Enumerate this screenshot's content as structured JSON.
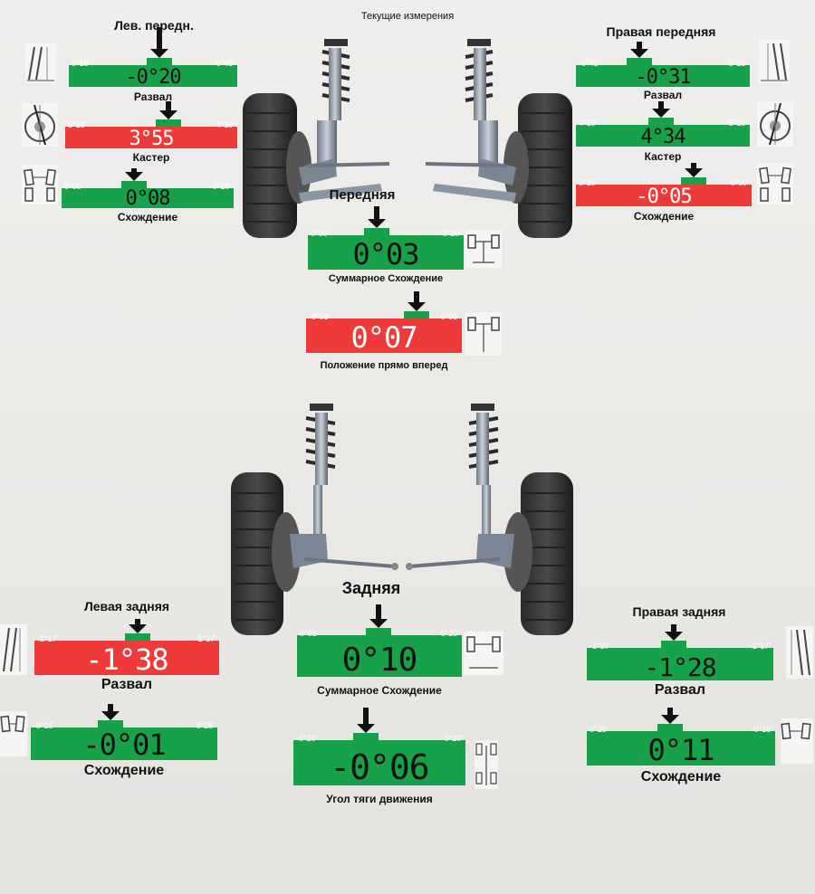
{
  "header": {
    "title": "Текущие измерения"
  },
  "colors": {
    "green": "#17a24a",
    "red": "#ef3a3a",
    "notch_green": "#17a24a"
  },
  "front": {
    "section_label": "Передняя",
    "left": {
      "title": "Лев. передн.",
      "camber": {
        "label": "Развал",
        "value": "-0°20",
        "min": "0°15'",
        "max": "-0°45'",
        "status": "green"
      },
      "caster": {
        "label": "Кастер",
        "value": "3°55",
        "min": "5°10'",
        "max": "4°10'",
        "status": "red"
      },
      "toe": {
        "label": "Схождение",
        "value": "0°08",
        "min": "0°00'",
        "max": "0°10'",
        "status": "green"
      }
    },
    "right": {
      "title": "Правая передняя",
      "camber": {
        "label": "Развал",
        "value": "-0°31",
        "min": "-0°45'",
        "max": "0°15'",
        "status": "green"
      },
      "caster": {
        "label": "Кастер",
        "value": "4°34",
        "min": "4°10'",
        "max": "5°10'",
        "status": "green"
      },
      "toe": {
        "label": "Схождение",
        "value": "-0°05",
        "min": "0°10'",
        "max": "0°00'",
        "status": "red"
      }
    },
    "total_toe": {
      "label": "Суммарное Схождение",
      "value": "0°03",
      "min": "0°00'",
      "max": "0°20'",
      "status": "green"
    },
    "straight_ahead": {
      "label": "Положение прямо вперед",
      "value": "0°07",
      "min": "-0°03'",
      "max": "0°03'",
      "status": "red"
    }
  },
  "rear": {
    "section_label": "Задняя",
    "left": {
      "title": "Левая задняя",
      "camber": {
        "label": "Развал",
        "value": "-1°38",
        "min": "-1°17'",
        "max": "-1°37'",
        "status": "red"
      },
      "toe": {
        "label": "Схождение",
        "value": "-0°01",
        "min": "-0°15'",
        "max": "0°25'",
        "status": "green"
      }
    },
    "right": {
      "title": "Правая задняя",
      "camber": {
        "label": "Развал",
        "value": "-1°28",
        "min": "-1°37'",
        "max": "-1°17'",
        "status": "green"
      },
      "toe": {
        "label": "Схождение",
        "value": "0°11",
        "min": "0°25'",
        "max": "-0°15'",
        "status": "green"
      }
    },
    "total_toe": {
      "label": "Суммарное Схождение",
      "value": "0°10",
      "min": "0°03'",
      "max": "0°20'",
      "status": "green"
    },
    "thrust_angle": {
      "label": "Угол тяги движения",
      "value": "-0°06",
      "min": "-0°20'",
      "max": "0°20'",
      "status": "green"
    }
  }
}
